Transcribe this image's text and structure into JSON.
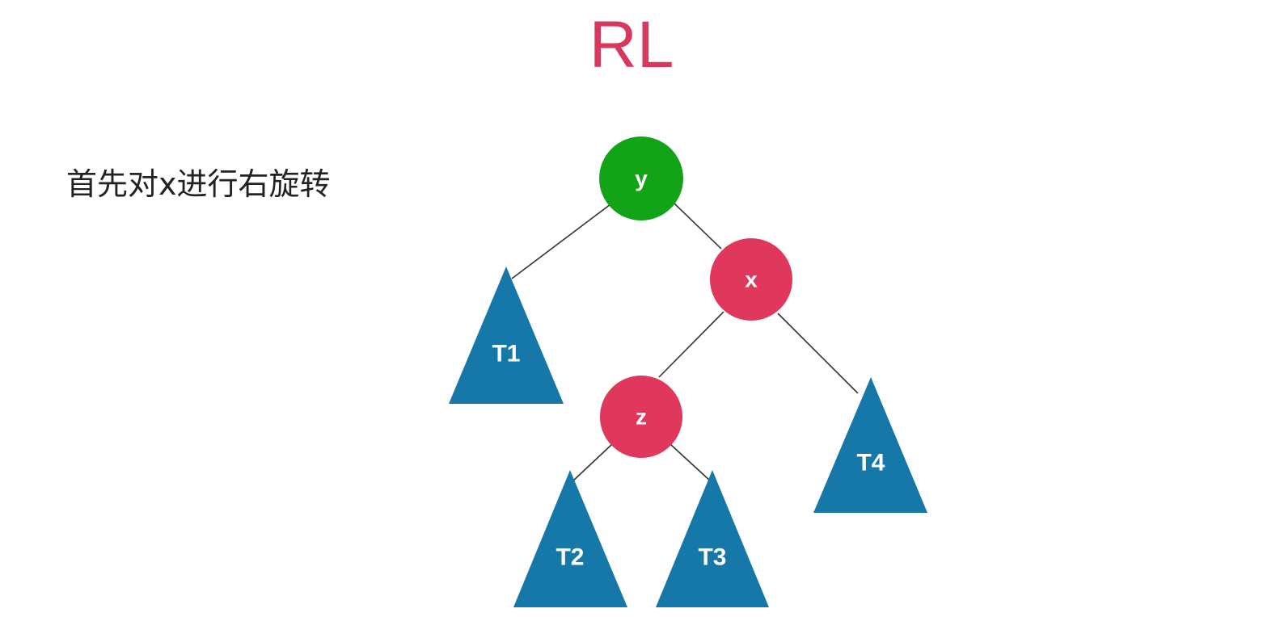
{
  "slide": {
    "title": "RL",
    "caption": "首先对x进行右旋转"
  },
  "colors": {
    "title": "#d8385e",
    "node_green": "#13a317",
    "node_red": "#e0385c",
    "subtree_blue": "#1678a8",
    "edge": "#333333"
  },
  "tree": {
    "nodes": [
      {
        "id": "y",
        "label": "y",
        "color": "green"
      },
      {
        "id": "x",
        "label": "x",
        "color": "red"
      },
      {
        "id": "z",
        "label": "z",
        "color": "red"
      }
    ],
    "subtrees": [
      {
        "id": "T1",
        "label": "T1"
      },
      {
        "id": "T2",
        "label": "T2"
      },
      {
        "id": "T3",
        "label": "T3"
      },
      {
        "id": "T4",
        "label": "T4"
      }
    ],
    "edges": [
      [
        "y",
        "T1"
      ],
      [
        "y",
        "x"
      ],
      [
        "x",
        "z"
      ],
      [
        "x",
        "T4"
      ],
      [
        "z",
        "T2"
      ],
      [
        "z",
        "T3"
      ]
    ]
  }
}
